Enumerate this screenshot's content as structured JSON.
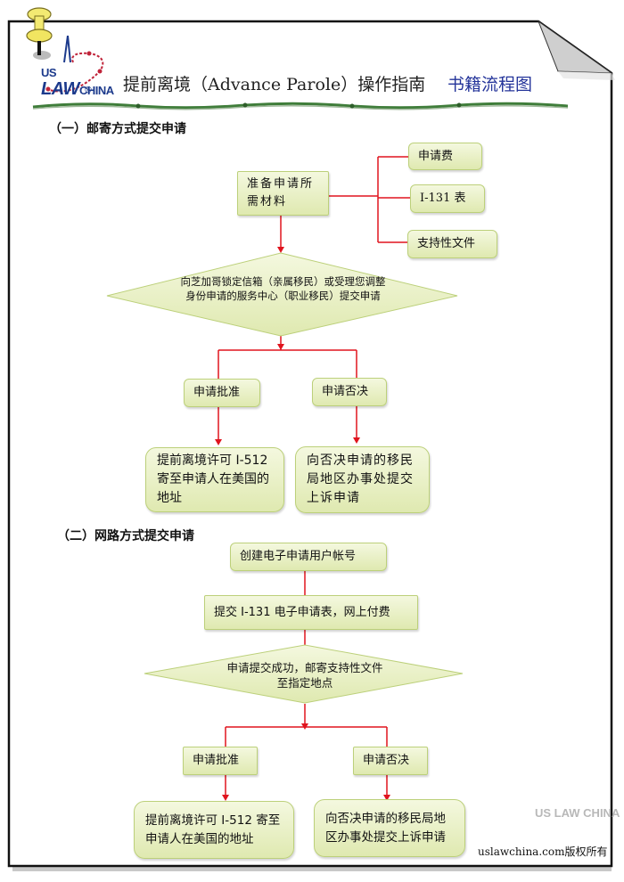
{
  "header": {
    "logo_text_us": "US",
    "logo_text_law": "LAW",
    "logo_text_china": "CHINA",
    "logo_registered": "®",
    "title": "提前离境（Advance Parole）操作指南",
    "subtitle": "书籍流程图"
  },
  "section1": {
    "heading": "（一）邮寄方式提交申请",
    "prepare": "准备申请所需材料",
    "materials": [
      "申请费",
      "I-131 表",
      "支持性文件"
    ],
    "submit_decision": "向芝加哥锁定信箱（亲属移民）或受理您调整身份申请的服务中心（职业移民）提交申请",
    "approved": "申请批准",
    "denied": "申请否决",
    "approved_result": "提前离境许可 I-512 寄至申请人在美国的地址",
    "denied_result": "向否决申请的移民局地区办事处提交上诉申请"
  },
  "section2": {
    "heading": "（二）网路方式提交申请",
    "create_account": "创建电子申请用户帐号",
    "submit_online": "提交 I-131 电子申请表，网上付费",
    "mail_decision": "申请提交成功，邮寄支持性文件至指定地点",
    "approved": "申请批准",
    "denied": "申请否决",
    "approved_result": "提前离境许可 I-512 寄至申请人在美国的地址",
    "denied_result": "向否决申请的移民局地区办事处提交上诉申请"
  },
  "footer": {
    "copyright": "uslawchina.com版权所有",
    "watermark": "US LAW CHINA"
  },
  "colors": {
    "connector": "#e0141e",
    "box_border": "#bcd07a",
    "box_fill_top": "#f4f8df",
    "box_fill_bottom": "#dfe9b0",
    "subtitle": "#24349a",
    "logo": "#1c3a8c"
  }
}
